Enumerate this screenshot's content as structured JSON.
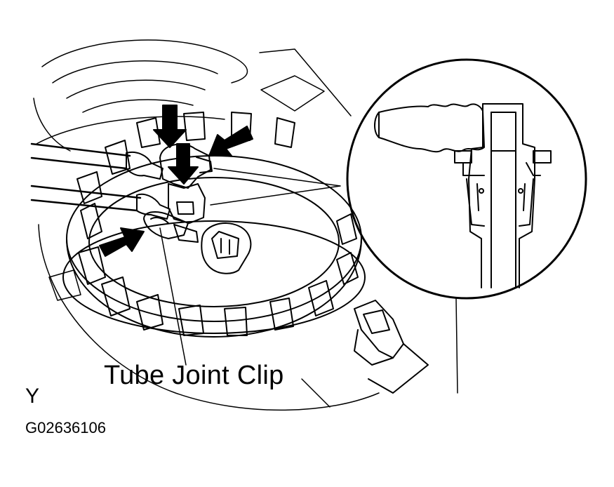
{
  "callout_label": "Tube Joint Clip",
  "view_letter": "Y",
  "figure_id": "G02636106",
  "colors": {
    "ink": "#000000",
    "paper": "#ffffff",
    "shade": "#c8c8c8"
  }
}
